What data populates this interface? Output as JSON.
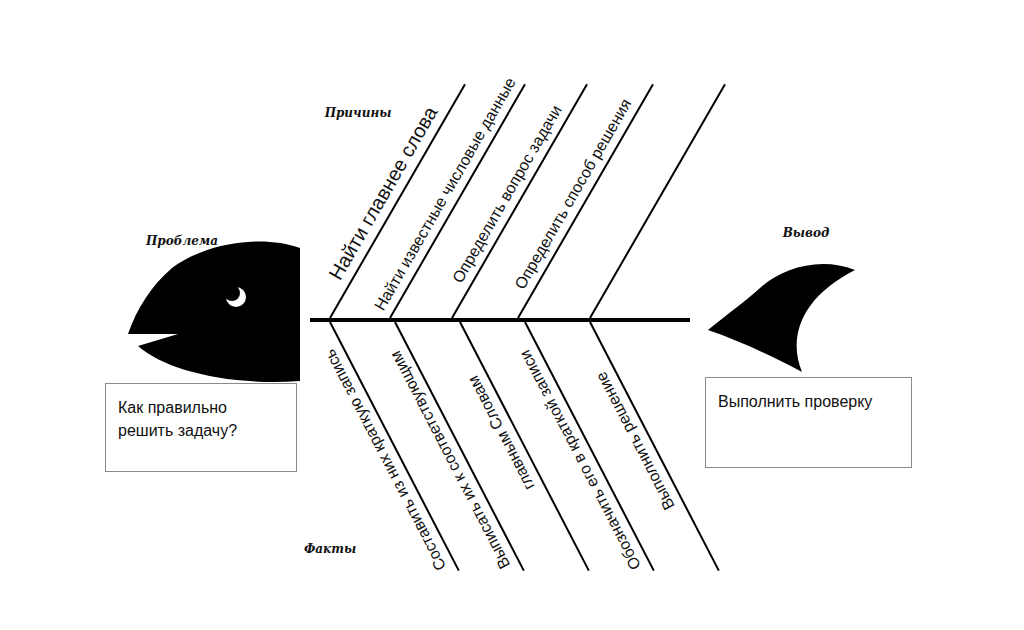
{
  "diagram": {
    "nodes": [
      {
        "text": [
          "Как правильно решить задачу?"
        ]
      },
      {
        "text": [
          "Выполнить проверку"
        ]
      }
    ],
    "labels": [
      "Причины",
      "Проблема",
      "Вывод",
      "Факты",
      "Найти главнее слова",
      "Найти известные числовые данные",
      "Определить вопрос задачи",
      "Определить способ решения",
      "Составить из них краткую запись",
      "Выписать их к соответствующим",
      "главным Словам",
      "Обозначить его в краткой записи",
      "Выполнить решение"
    ]
  }
}
